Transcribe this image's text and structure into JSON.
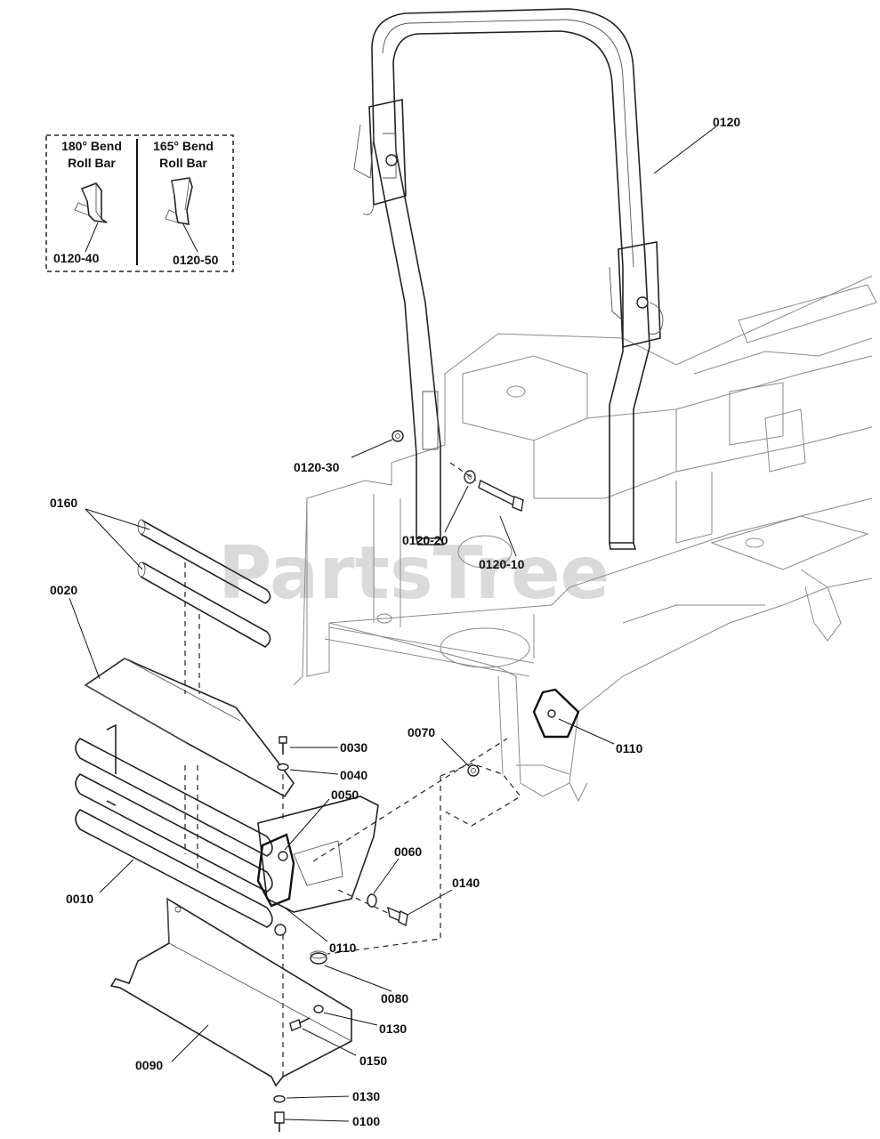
{
  "watermark": "PartsTree",
  "inset": {
    "left_title_line1": "180° Bend",
    "left_title_line2": "Roll Bar",
    "right_title_line1": "165° Bend",
    "right_title_line2": "Roll Bar",
    "left_part": "0120-40",
    "right_part": "0120-50"
  },
  "callouts": {
    "roll_bar": "0120",
    "nut_top": "0120-30",
    "washer_top": "0120-20",
    "bolt_top": "0120-10",
    "tube": "0160",
    "deflector": "0020",
    "bolt_0030": "0030",
    "washer_0040": "0040",
    "nut_0050": "0050",
    "nut_0070": "0070",
    "hex_0110_right": "0110",
    "washer_0060": "0060",
    "bolt_0140": "0140",
    "bumper": "0010",
    "nut_0110_lower": "0110",
    "plug_0080": "0080",
    "washer_0130_mid": "0130",
    "bolt_0150": "0150",
    "skid_plate": "0090",
    "washer_0130_low": "0130",
    "bolt_0100": "0100"
  }
}
